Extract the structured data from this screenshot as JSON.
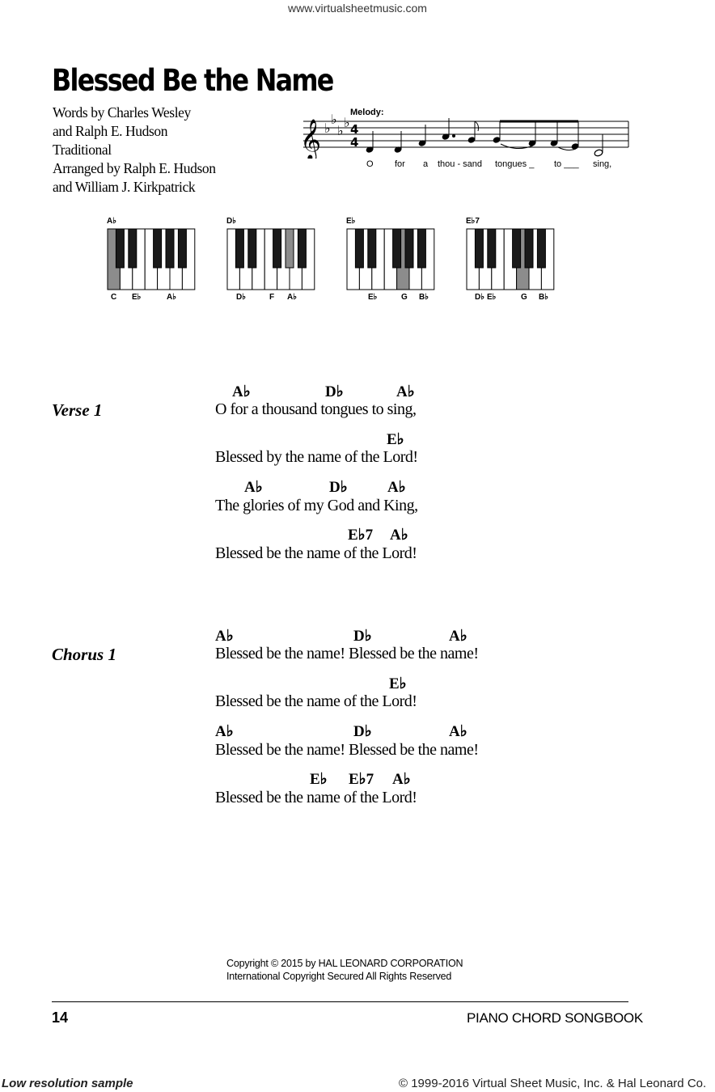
{
  "watermark": {
    "url": "www.virtualsheetmusic.com"
  },
  "song": {
    "title": "Blessed Be the Name",
    "credits": [
      "Words by Charles Wesley",
      "and Ralph E. Hudson",
      "Traditional",
      "Arranged by Ralph E. Hudson",
      "and William J. Kirkpatrick"
    ]
  },
  "melody": {
    "label": "Melody:",
    "time_signature": {
      "top": "4",
      "bottom": "4"
    },
    "lyrics": [
      "O",
      "for",
      "a",
      "thou - sand",
      "tongues _",
      "to ___",
      "sing,"
    ]
  },
  "chord_diagrams": [
    {
      "name": "A♭",
      "notes": [
        "C",
        "E♭",
        "A♭"
      ]
    },
    {
      "name": "D♭",
      "notes": [
        "D♭",
        "F",
        "A♭"
      ]
    },
    {
      "name": "E♭",
      "notes": [
        "E♭",
        "G",
        "B♭"
      ]
    },
    {
      "name": "E♭7",
      "notes": [
        "D♭",
        "E♭",
        "G",
        "B♭"
      ]
    }
  ],
  "sections": {
    "verse1": {
      "label": "Verse 1",
      "lines": [
        {
          "lyric": "O for a thousand tongues to sing,",
          "chords": [
            "Ab",
            "Db",
            "Ab"
          ]
        },
        {
          "lyric": "Blessed by the name of the Lord!",
          "chords": [
            "Eb"
          ]
        },
        {
          "lyric": "The glories of my God and King,",
          "chords": [
            "Ab",
            "Db",
            "Ab"
          ]
        },
        {
          "lyric": "Blessed be the name of the Lord!",
          "chords": [
            "Eb7",
            "Ab"
          ]
        }
      ]
    },
    "chorus1": {
      "label": "Chorus 1",
      "lines": [
        {
          "lyric": "Blessed be the name! Blessed be the name!",
          "chords": [
            "Ab",
            "Db",
            "Ab"
          ]
        },
        {
          "lyric": "Blessed be the name of the Lord!",
          "chords": [
            "Eb"
          ]
        },
        {
          "lyric": "Blessed be the name! Blessed be the name!",
          "chords": [
            "Ab",
            "Db",
            "Ab"
          ]
        },
        {
          "lyric": "Blessed be the name of the Lord!",
          "chords": [
            "Eb",
            "Eb7",
            "Ab"
          ]
        }
      ]
    }
  },
  "copyright": {
    "line1": "Copyright © 2015 by HAL LEONARD CORPORATION",
    "line2": "International Copyright Secured   All Rights Reserved"
  },
  "footer": {
    "page_number": "14",
    "book_title": "PIANO CHORD SONGBOOK",
    "sample_notice": "Low resolution sample",
    "site_copyright": "© 1999-2016 Virtual Sheet Music, Inc. & Hal Leonard Co."
  }
}
